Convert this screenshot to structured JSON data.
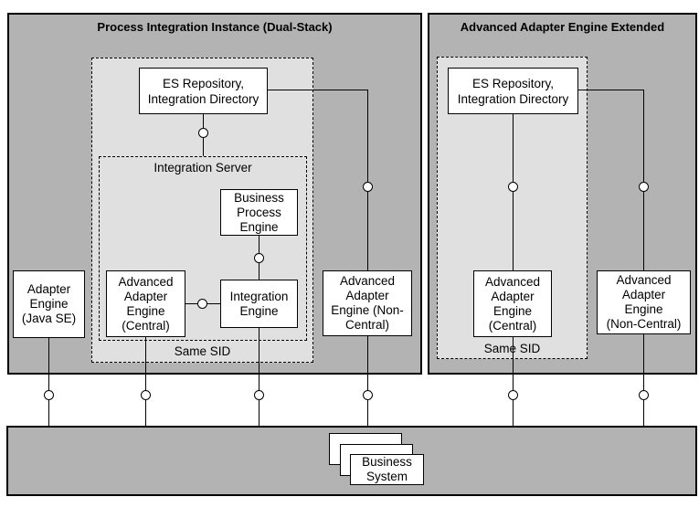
{
  "colors": {
    "panel_fill": "#b3b3b3",
    "group_fill": "#e0e0e0",
    "node_fill": "#ffffff",
    "line_color": "#000000",
    "background": "#ffffff"
  },
  "left_panel": {
    "title": "Process Integration Instance (Dual-Stack)",
    "integration_server_label": "Integration Server",
    "same_sid_label": "Same SID",
    "nodes": {
      "es_repository": "ES Repository,\nIntegration Directory",
      "business_process_engine": "Business\nProcess\nEngine",
      "aae_central": "Advanced\nAdapter\nEngine\n(Central)",
      "integration_engine": "Integration\nEngine",
      "aae_non_central": "Advanced\nAdapter\nEngine (Non-\nCentral)",
      "adapter_engine_java_se": "Adapter\nEngine\n(Java SE)"
    }
  },
  "right_panel": {
    "title": "Advanced Adapter Engine Extended",
    "same_sid_label": "Same SID",
    "nodes": {
      "es_repository": "ES Repository,\nIntegration Directory",
      "aae_central": "Advanced\nAdapter\nEngine\n(Central)",
      "aae_non_central": "Advanced\nAdapter\nEngine\n(Non-Central)"
    }
  },
  "bottom_bar": {
    "business_system": "Business\nSystem"
  }
}
